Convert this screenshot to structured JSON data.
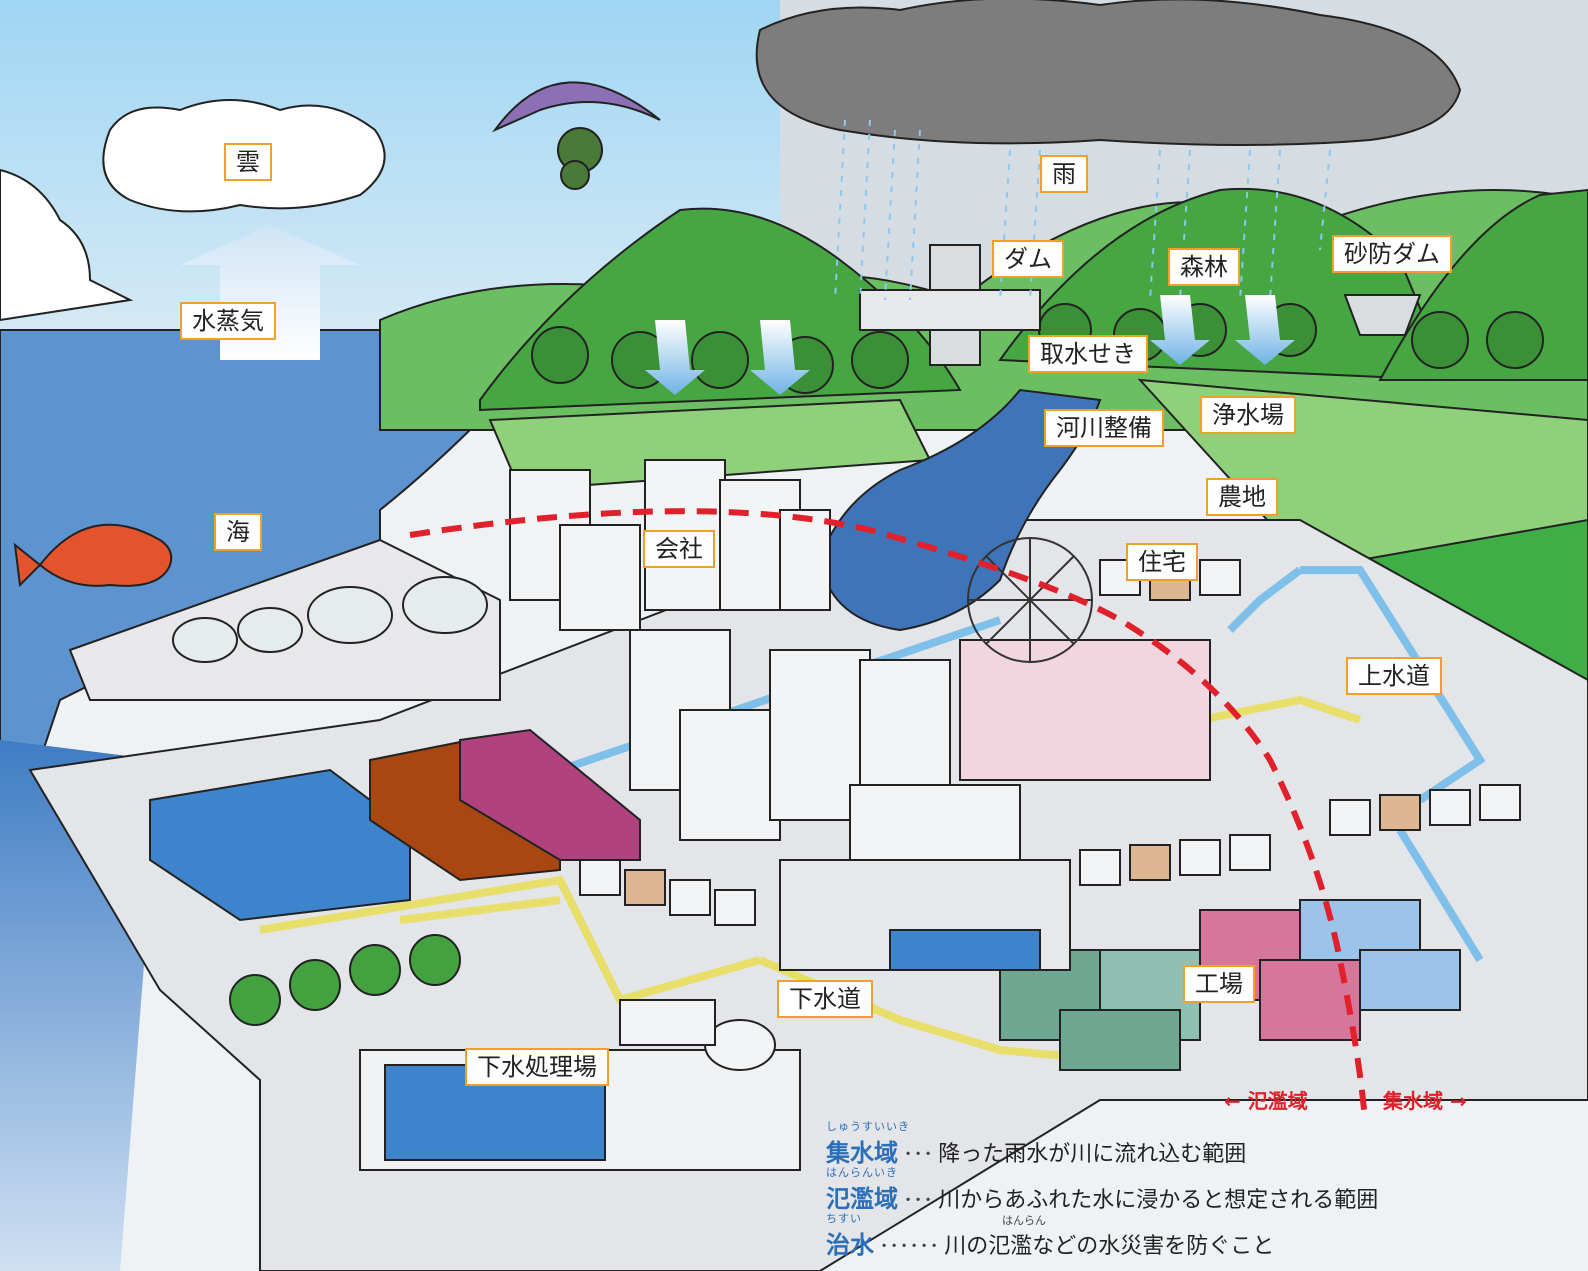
{
  "labels": {
    "cloud": "雲",
    "vapor": "水蒸気",
    "sea": "海",
    "rain": "雨",
    "dam": "ダム",
    "forest": "森林",
    "sabo_dam": "砂防ダム",
    "intake_weir": "取水せき",
    "river_work": "河川整備",
    "water_plant": "浄水場",
    "farmland": "農地",
    "company": "会社",
    "housing": "住宅",
    "water_supply": "上水道",
    "sewer": "下水道",
    "factory": "工場",
    "sewage_plant": "下水処理場"
  },
  "zones": {
    "flood_area": "← 氾濫域",
    "catchment_area": "集水域 →"
  },
  "legend": [
    {
      "ruby": "しゅうすいいき",
      "term": "集水域",
      "dots": "･･･",
      "desc": "降った雨水が川に流れ込む範囲"
    },
    {
      "ruby": "はんらんいき",
      "term": "氾濫域",
      "dots": "･･･",
      "desc": "川からあふれた水に浸かると想定される範囲"
    },
    {
      "ruby": "ちすい",
      "term": "治水",
      "dots": "･･････",
      "desc": "川の氾濫などの水災害を防ぐこと",
      "desc_ruby": "はんらん"
    }
  ],
  "colors": {
    "sky": "#bfe3f6",
    "sea": "#5d93cf",
    "hill": "#4aa544",
    "field": "#8fd07a",
    "label_border": "#f0a02a",
    "dashed_line": "#e0202a",
    "legend_term": "#2a6fb8"
  }
}
